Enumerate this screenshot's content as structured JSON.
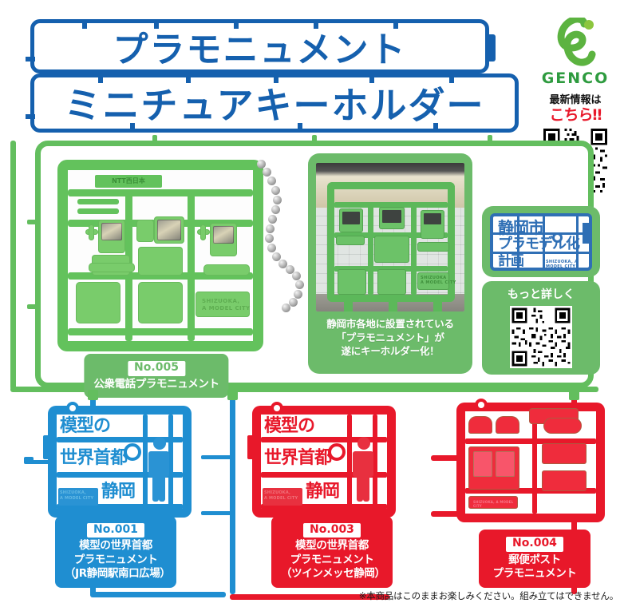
{
  "title": {
    "line1": "プラモニュメント",
    "line2": "ミニチュアキーホルダー"
  },
  "brand": {
    "logo_name": "GENCO",
    "latest_info_label": "最新情報は",
    "latest_info_cta": "こちら‼",
    "qr_name": "qr-code-genco"
  },
  "hero": {
    "featured_product": {
      "number": "No.005",
      "name": "公衆電話プラモニュメント",
      "sprue_tag": "NTT西日本",
      "emboss_text": "SHIZUOKA,\nA MODEL CITY"
    },
    "photo": {
      "caption_line1": "静岡市各地に設置されている",
      "caption_line2": "「プラモニュメント」が",
      "caption_line3": "遂にキーホルダー化！",
      "sign_text": "SHIZUOKA\nA MODEL CITY"
    },
    "badge": {
      "line1": "静岡市",
      "line2": "プラモデル化",
      "line3": "計画",
      "english": "SHIZUOKA, A MODEL CITY",
      "more_label": "もっと詳しく",
      "qr_name": "qr-code-more-info"
    }
  },
  "products": [
    {
      "number": "No.001",
      "name_line1": "模型の世界首都",
      "name_line2": "プラモニュメント",
      "name_line3": "（JR静岡駅南口広場）",
      "color": "#1f8ed1",
      "sprue_text_1": "模型の",
      "sprue_text_2": "世界首都",
      "sprue_text_3": "静岡",
      "plate_text": "SHIZUOKA,\nA MODEL CITY"
    },
    {
      "number": "No.003",
      "name_line1": "模型の世界首都",
      "name_line2": "プラモニュメント",
      "name_line3": "（ツインメッセ静岡）",
      "color": "#e8182a",
      "sprue_text_1": "模型の",
      "sprue_text_2": "世界首都",
      "sprue_text_3": "静岡",
      "plate_text": "SHIZUOKA,\nA MODEL CITY"
    },
    {
      "number": "No.004",
      "name_line1": "郵便ポスト",
      "name_line2": "プラモニュメント",
      "name_line3": "",
      "color": "#e8182a",
      "sprue_text_1": "",
      "sprue_text_2": "",
      "sprue_text_3": "",
      "plate_text": "SHIZUOKA, A MODEL CITY"
    }
  ],
  "footnote": "※本商品はこのままお楽しみください。組み立てはできません。",
  "colors": {
    "blue": "#1560ae",
    "sprue_blue": "#1f8ed1",
    "green": "#63be5e",
    "green_card": "#6cbb6a",
    "red": "#e8182a"
  }
}
